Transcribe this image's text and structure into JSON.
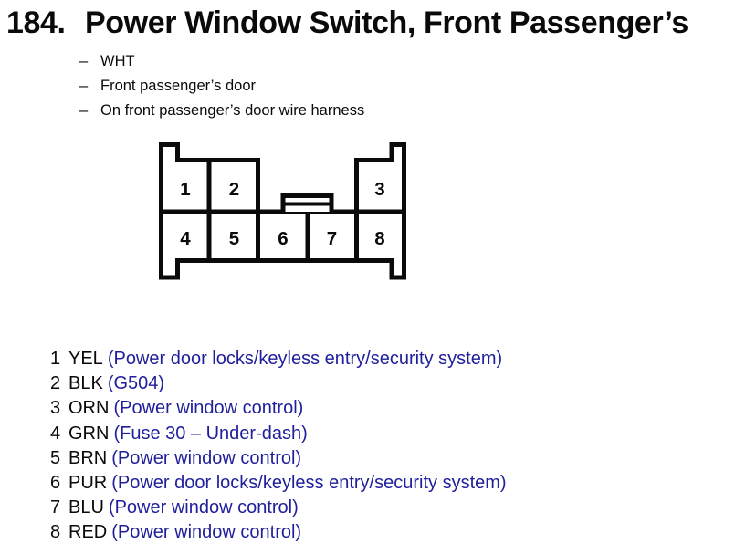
{
  "title": {
    "number": "184.",
    "text": "Power Window Switch, Front Passenger’s"
  },
  "details": {
    "dash": "–",
    "items": [
      "WHT",
      "Front passenger’s door",
      "On front passenger’s door wire harness"
    ]
  },
  "connector": {
    "cells": [
      "1",
      "2",
      "3",
      "4",
      "5",
      "6",
      "7",
      "8"
    ]
  },
  "pins": [
    {
      "num": "1",
      "color": "YEL",
      "circuit": "(Power door locks/keyless entry/security system)"
    },
    {
      "num": "2",
      "color": "BLK",
      "circuit": "(G504)"
    },
    {
      "num": "3",
      "color": "ORN",
      "circuit": "(Power window control)"
    },
    {
      "num": "4",
      "color": "GRN",
      "circuit": "(Fuse 30 – Under-dash)"
    },
    {
      "num": "5",
      "color": "BRN",
      "circuit": "(Power window control)"
    },
    {
      "num": "6",
      "color": "PUR",
      "circuit": "(Power door locks/keyless entry/security system)"
    },
    {
      "num": "7",
      "color": "BLU",
      "circuit": "(Power window control)"
    },
    {
      "num": "8",
      "color": "RED",
      "circuit": "(Power window control)"
    }
  ],
  "colors": {
    "ink": "#0a0a0a",
    "circuit_text": "#1f1f9c",
    "background": "#ffffff"
  }
}
